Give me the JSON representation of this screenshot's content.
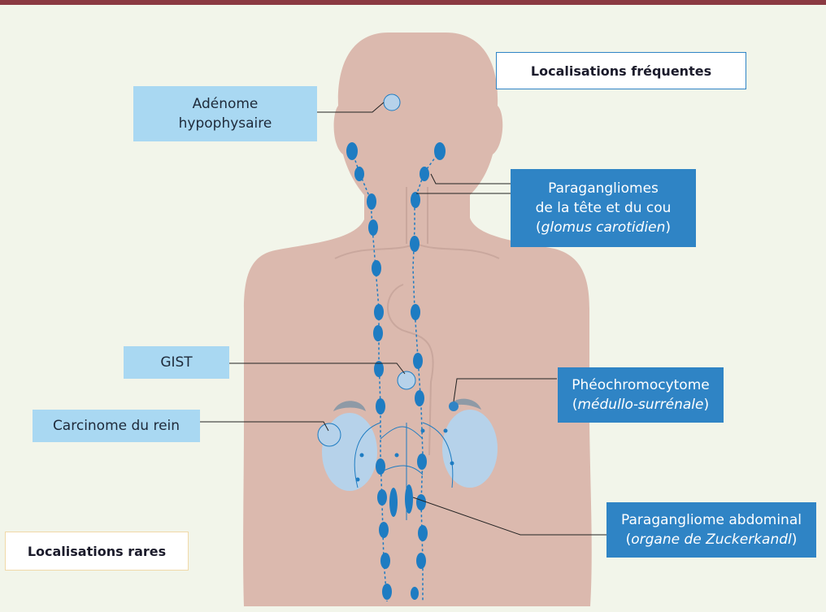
{
  "colors": {
    "background": "#f2f5ea",
    "top_rule": "#8b3a42",
    "body": "#dbb9ae",
    "organ": "#b6d2ea",
    "adrenal": "#8e9aa6",
    "chain": "#1e7cc2",
    "rare_label_fill": "#a9d8f2",
    "frequent_label_fill": "#2f84c5"
  },
  "legend": {
    "frequent": "Localisations fréquentes",
    "rare": "Localisations rares"
  },
  "labels": {
    "pituitary": {
      "line1": "Adénome",
      "line2": "hypophysaire"
    },
    "head_neck": {
      "line1": "Paragangliomes",
      "line2": "de la tête et du cou",
      "line3_open": "(",
      "line3_italic": "glomus carotidien",
      "line3_close": ")"
    },
    "gist": {
      "text": "GIST"
    },
    "kidney": {
      "text": "Carcinome du rein"
    },
    "pheo": {
      "line1": "Phéochromocytome",
      "line2_open": "(",
      "line2_italic": "médullo-surrénale",
      "line2_close": ")"
    },
    "abdominal": {
      "line1": "Paragangliome abdominal",
      "line2_open": "(",
      "line2_italic": "organe de Zuckerkandl",
      "line2_close": ")"
    }
  }
}
